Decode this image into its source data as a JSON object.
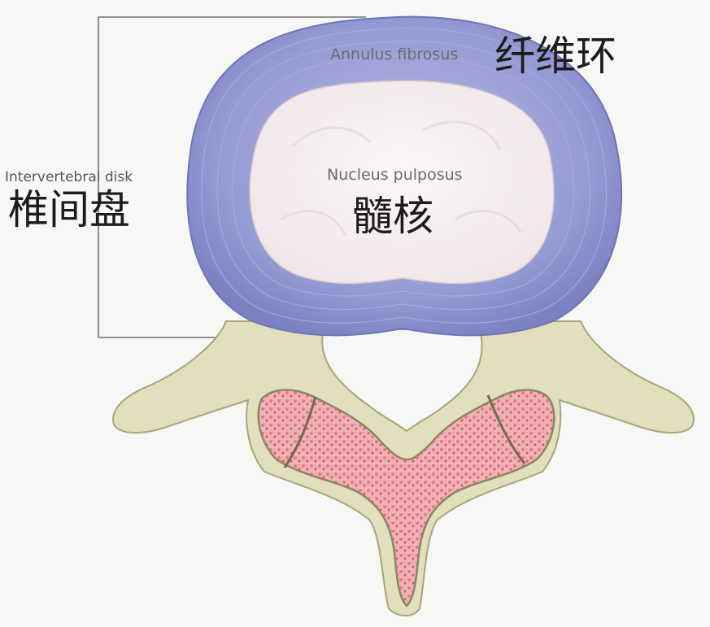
{
  "labels": {
    "annulus_en": "Annulus fibrosus",
    "annulus_zh": "纤维环",
    "nucleus_en": "Nucleus pulposus",
    "nucleus_zh": "髓核",
    "disk_en": "Intervertebral disk",
    "disk_zh": "椎间盘"
  },
  "colors": {
    "background": "#f7f7f5",
    "annulus": "#8f95cf",
    "annulus_dark": "#6e74b6",
    "nucleus": "#f4eeee",
    "bone": "#e2dfbc",
    "bone_outline": "#a8a47a",
    "marrow": "#e58a93",
    "leader_line": "#555555"
  }
}
